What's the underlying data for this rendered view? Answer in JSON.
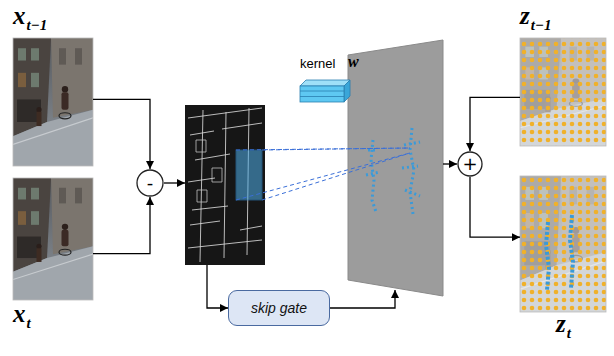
{
  "diagram": {
    "nodes": [
      {
        "text": [
          "x",
          "t−1"
        ]
      },
      {
        "text": [
          "x",
          "t"
        ]
      },
      {
        "text": [
          "-"
        ]
      },
      {
        "text": [
          "skip gate"
        ]
      },
      {
        "text": [
          "+"
        ]
      },
      {
        "text": [
          "z",
          "t−1"
        ]
      },
      {
        "text": [
          "z",
          "t"
        ]
      }
    ],
    "edges": [
      {
        "from": 0,
        "to": 2,
        "arrow": "to"
      },
      {
        "from": 1,
        "to": 2,
        "arrow": "to"
      },
      {
        "from": 5,
        "to": 4,
        "arrow": "to"
      },
      {
        "from": 4,
        "to": 6,
        "arrow": "to"
      }
    ],
    "labels": [
      "kernel",
      "w"
    ]
  }
}
